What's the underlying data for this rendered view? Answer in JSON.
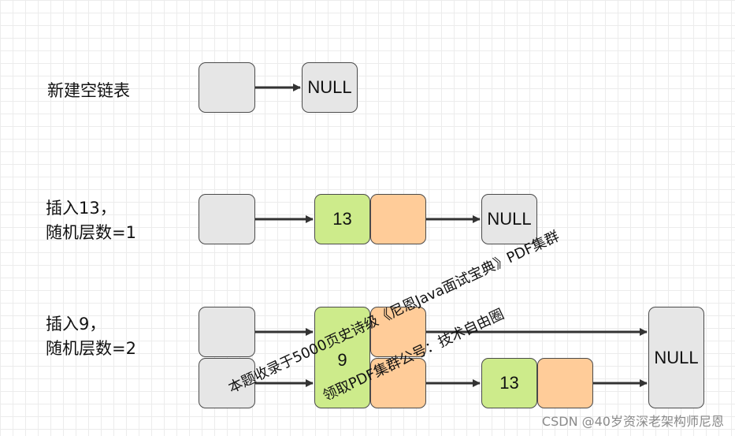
{
  "rows": [
    {
      "label_lines": [
        "新建空链表"
      ]
    },
    {
      "label_lines": [
        "插入13，",
        "随机层数=1"
      ]
    },
    {
      "label_lines": [
        "插入9，",
        "随机层数=2"
      ]
    }
  ],
  "nodes": {
    "null_text": "NULL",
    "row2_value": "13",
    "row3_node_value": "9",
    "row3_last_value": "13"
  },
  "watermark": {
    "line1": "本题收录于5000页史诗级《尼恩Java面试宝典》PDF集群",
    "line2": "领取PDF集群公号：技术自由圈"
  },
  "credit": "CSDN @40岁资深老架构师尼恩",
  "colors": {
    "head_fill": "#e6e6e6",
    "value_fill": "#cdeb8b",
    "next_fill": "#ffcc99",
    "stroke": "#4a4a4a",
    "arrow": "#333333"
  }
}
